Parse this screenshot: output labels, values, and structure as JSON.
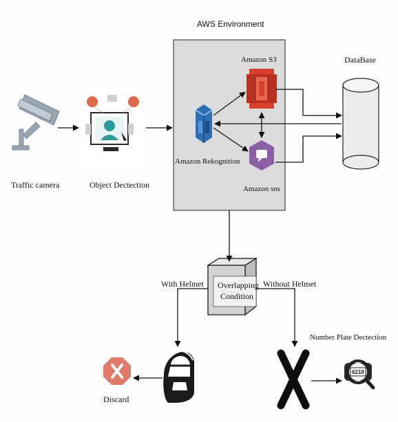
{
  "diagram": {
    "aws_environment_label": "AWS Environment",
    "traffic_camera_label": "Traffic camera",
    "object_detection_label": "Object Dectection",
    "rekognition_label": "Amazon Rekognition",
    "s3_label": "Amazon S3",
    "sns_label": "Amazon sns",
    "database_label": "DataBase",
    "overlap_line1": "Overlapping",
    "overlap_line2": "Condition",
    "with_helmet_label": "With Helmet",
    "without_helmet_label": "Without Helmet",
    "number_plate_label": "Number Plate Dectection",
    "discard_label": "Discard",
    "plate_text": "6210"
  },
  "colors": {
    "aws_box_fill": "#dcdcdc",
    "rekognition_blue": "#2f6fb3",
    "s3_red": "#d9412f",
    "sns_purple": "#8a5fa6",
    "discard_red": "#e07a6b",
    "object_detection_orange": "#e0684a",
    "object_detection_teal": "#2a9a9a",
    "camera_gray": "#9aa5b4"
  },
  "icons": [
    "traffic-camera-icon",
    "object-detection-icon",
    "rekognition-icon",
    "s3-icon",
    "sns-icon",
    "database-icon",
    "overlap-box-icon",
    "helmet-icon",
    "cross-icon",
    "number-plate-icon",
    "discard-icon"
  ]
}
